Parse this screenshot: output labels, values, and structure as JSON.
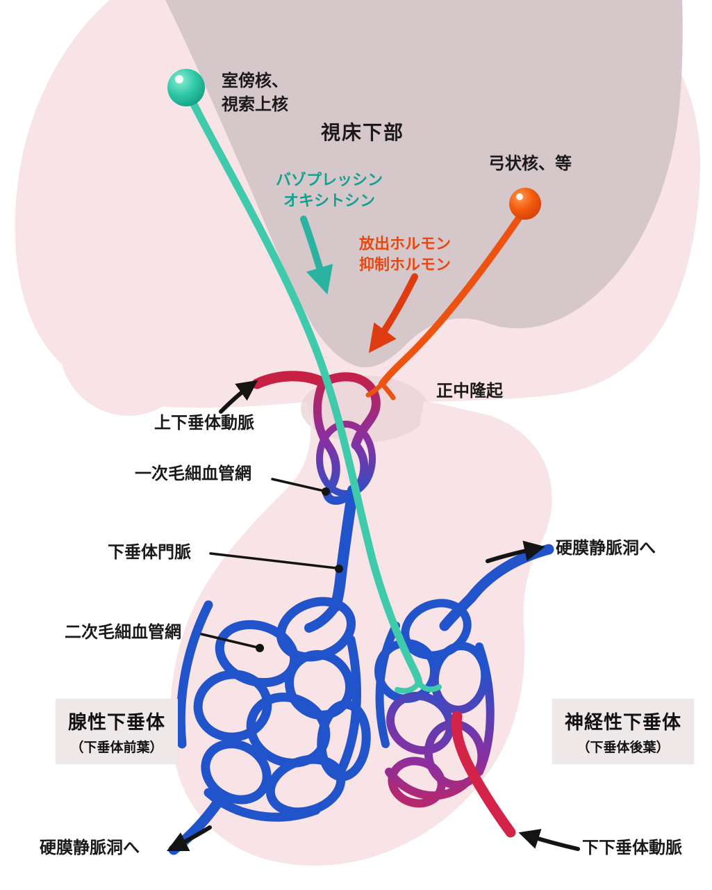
{
  "figure": {
    "title": "視床下部",
    "nuclei": {
      "paraventricular_supraoptic": {
        "line1": "室傍核、",
        "line2": "視索上核"
      },
      "arcuate": {
        "label": "弓状核、等"
      }
    },
    "hormones": {
      "posterior_pathway": {
        "line1": "バゾプレッシン",
        "line2": "オキシトシン"
      },
      "anterior_pathway": {
        "line1": "放出ホルモン",
        "line2": "抑制ホルモン"
      }
    },
    "labels": {
      "median_eminence": "正中隆起",
      "superior_hypophyseal_artery": "上下垂体動脈",
      "primary_capillary_network": "一次毛細血管網",
      "hypophyseal_portal_vein": "下垂体門脈",
      "secondary_capillary_network": "二次毛細血管網",
      "to_dural_venous_sinus_right": "硬膜静脈洞へ",
      "to_dural_venous_sinus_left": "硬膜静脈洞へ",
      "inferior_hypophyseal_artery": "下下垂体動脈"
    },
    "regions": {
      "adenohypophysis": {
        "name": "腺性下垂体",
        "subtitle": "（下垂体前葉）"
      },
      "neurohypophysis": {
        "name": "神経性下垂体",
        "subtitle": "（下垂体後葉）"
      }
    },
    "colors": {
      "neuron_teal": "#2fc9a6",
      "teal_text": "#12a18e",
      "neuron_orange": "#f35a0e",
      "orange_text": "#e8470f",
      "artery_red": "#c62045",
      "vein_blue": "#2153cb",
      "transition_purple": "#8a2fa0",
      "tissue_pink": "#f8e3e6",
      "hypothalamus_mauve": "#d6c7ca",
      "region_box_bg": "#eee8e8"
    }
  }
}
